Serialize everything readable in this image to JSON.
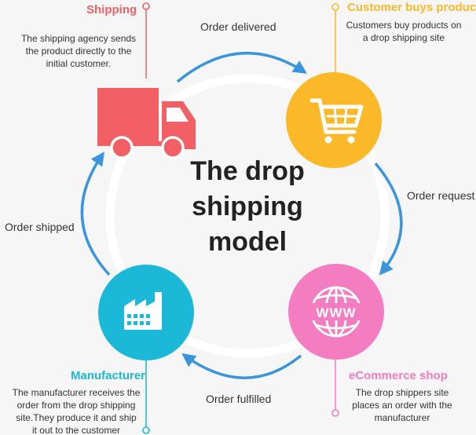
{
  "title": [
    "The drop",
    "shipping",
    "model"
  ],
  "colors": {
    "shipping": "#f26065",
    "customer": "#fbb828",
    "ecommerce": "#f47dc2",
    "manufacturer": "#1bb8d8",
    "arrow": "#3b95dd",
    "ring": "#ffffff"
  },
  "stages": {
    "shipping": {
      "heading": "Shipping",
      "desc": [
        "The shipping agency sends",
        "the product directly to the",
        "initial customer."
      ],
      "icon": "delivery-truck-icon"
    },
    "customer": {
      "heading": "Customer buys product",
      "desc": [
        "Customers buy products on",
        "a drop shipping site"
      ],
      "icon": "shopping-cart-icon"
    },
    "ecommerce": {
      "heading": "eCommerce shop",
      "desc": [
        "The drop shippers site",
        "places an order with the",
        "manufacturer"
      ],
      "icon": "globe-www-icon"
    },
    "manufacturer": {
      "heading": "Manufacturer",
      "desc": [
        "The manufacturer receives the",
        "order from the drop shipping",
        "site.They produce it and ship",
        "it out to the customer"
      ],
      "icon": "factory-icon"
    }
  },
  "edges": {
    "top": "Order delivered",
    "right": "Order request",
    "bottom": "Order fulfilled",
    "left": "Order shipped"
  }
}
